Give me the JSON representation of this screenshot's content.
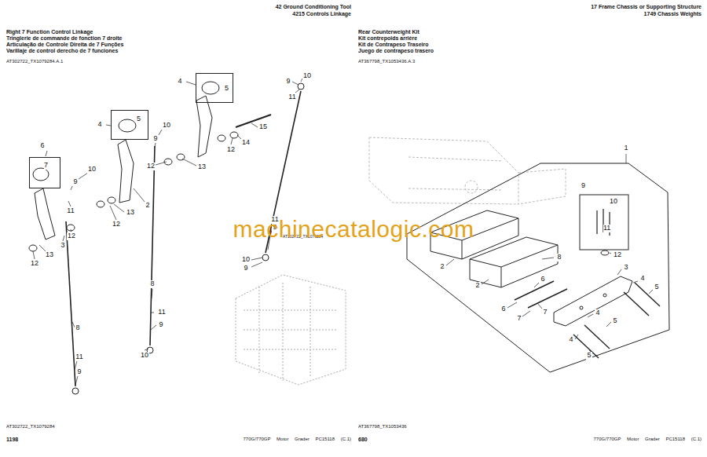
{
  "diagram": {
    "nodes": [
      {
        "text": [
          "5"
        ]
      },
      {
        "text": [
          "5"
        ]
      },
      {
        "text": [
          "7"
        ]
      },
      {
        "text": [
          "9",
          "10",
          "11"
        ]
      }
    ],
    "labels": [
      "42 Ground Conditioning Tool",
      "4215 Controls Linkage",
      "Right 7 Function Control Linkage",
      "Tringlerie de commande de fonction 7 droite",
      "Articulação de Controle Direita de 7 Funções",
      "Varillaje de control derecho de 7 funciones",
      "AT302722_TX1079284.A.1",
      "17 Frame Chassis or Supporting Structure",
      "1749 Chassis Weights",
      "Rear Counterweight Kit",
      "Kit contrepoids arrière",
      "Kit de Contrapeso Traseiro",
      "Juego de contrapeso trasero",
      "AT367798_TX1053436.A.3",
      "10",
      "9",
      "11",
      "4",
      "4",
      "10",
      "9",
      "12",
      "14",
      "15",
      "6",
      "12",
      "13",
      "2",
      "13",
      "12",
      "10",
      "9",
      "11",
      "12",
      "3",
      "13",
      "12",
      "11",
      "9",
      "10",
      "9",
      "8",
      "11",
      "9",
      "10",
      "8",
      "11",
      "9",
      "1",
      "2",
      "8",
      "3",
      "2",
      "6",
      "4",
      "5",
      "7",
      "6",
      "7",
      "4",
      "5",
      "4",
      "5",
      "12",
      "AT302722_TX1079284",
      "AT302722_TX1079284",
      "AT367798_TX1053436",
      "1198",
      "770G/770GP Motor Grader PC15118 (C.1)",
      "680",
      "770G/770GP Motor Grader PC15118 (C.1)",
      "machinecatalogic.com"
    ]
  }
}
